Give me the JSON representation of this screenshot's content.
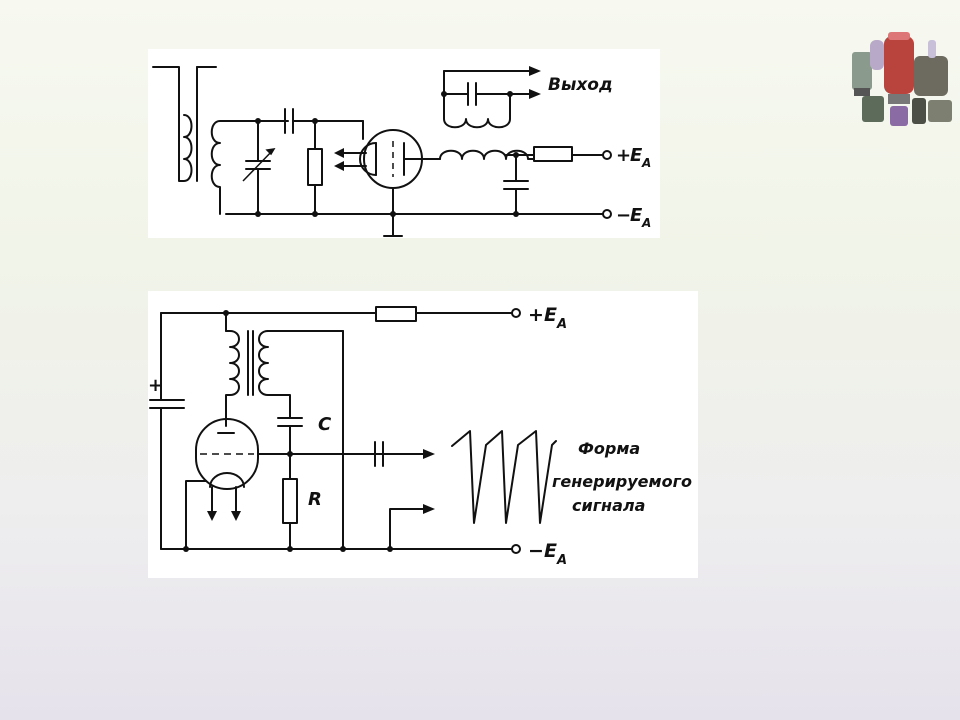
{
  "slide": {
    "diagram_top": {
      "output_label": "Выход",
      "supply_plus": {
        "sign": "+",
        "symbol": "E",
        "subscript": "A"
      },
      "supply_minus": {
        "sign": "−",
        "symbol": "E",
        "subscript": "A"
      }
    },
    "diagram_bottom": {
      "capacitor_polarity": "+",
      "label_c": "C",
      "label_r": "R",
      "waveform_caption": [
        "Форма",
        "генерируемого",
        "сигнала"
      ],
      "supply_plus": {
        "sign": "+",
        "symbol": "E",
        "subscript": "A"
      },
      "supply_minus": {
        "sign": "−",
        "symbol": "E",
        "subscript": "A"
      }
    },
    "decoration": {
      "image": "vacuum-tubes-photo"
    }
  }
}
